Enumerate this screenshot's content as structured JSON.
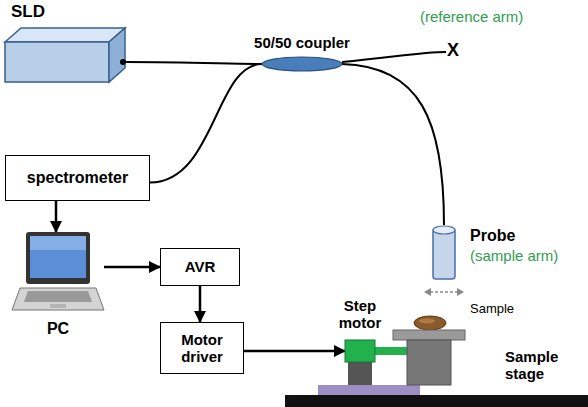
{
  "diagram": {
    "nodes": [
      {
        "text": [
          "SLD"
        ]
      },
      {
        "text": [
          "50/50 coupler"
        ]
      },
      {
        "text": [
          "spectrometer"
        ]
      },
      {
        "text": [
          "Probe",
          "(sample arm)"
        ]
      },
      {
        "text": [
          "PC"
        ]
      },
      {
        "text": [
          "AVR"
        ]
      },
      {
        "text": [
          "Motor driver"
        ]
      },
      {
        "text": [
          "Step motor"
        ]
      },
      {
        "text": [
          "Sample"
        ]
      },
      {
        "text": [
          "Sample stage"
        ]
      }
    ],
    "edges": [
      {
        "from": 0,
        "to": 1,
        "arrow": "none"
      },
      {
        "from": 2,
        "to": 1,
        "arrow": "none"
      },
      {
        "from": 1,
        "to": 3,
        "arrow": "none"
      },
      {
        "from": 2,
        "to": 4,
        "arrow": "to"
      },
      {
        "from": 4,
        "to": 5,
        "arrow": "to"
      },
      {
        "from": 5,
        "to": 6,
        "arrow": "to"
      },
      {
        "from": 6,
        "to": 7,
        "arrow": "to"
      },
      {
        "from": 7,
        "to": 9,
        "arrow": "none"
      }
    ],
    "labels": [
      "(reference arm)",
      "X"
    ]
  }
}
